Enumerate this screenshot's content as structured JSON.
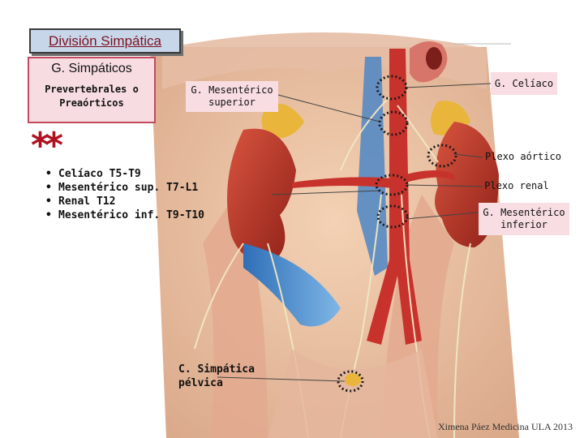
{
  "title": "División Simpática",
  "ganglia_box": {
    "title": "G. Simpáticos",
    "subtitle_line1": "Prevertebrales o",
    "subtitle_line2": "Preaórticos"
  },
  "note_marker": "**",
  "levels": [
    "Celíaco T5-T9",
    "Mesentérico sup. T7-L1",
    "Renal T12",
    "Mesentérico inf. T9-T10"
  ],
  "labels": {
    "mesenterico_superior_1": "G. Mesentérico",
    "mesenterico_superior_2": "superior",
    "celiaco": "G. Celíaco",
    "plexo_aortico": "Plexo aórtico",
    "plexo_renal": "Plexo renal",
    "mesenterico_inferior_1": "G. Mesentérico",
    "mesenterico_inferior_2": "inferior",
    "pelvica_1": "C. Simpática",
    "pelvica_2": "pélvica"
  },
  "credit": "Ximena Páez Medicina ULA 2013",
  "colors": {
    "title_text": "#7b1220",
    "title_bg": "#c8d6ea",
    "label_bg": "#f8dde2",
    "accent_red": "#b01020"
  }
}
